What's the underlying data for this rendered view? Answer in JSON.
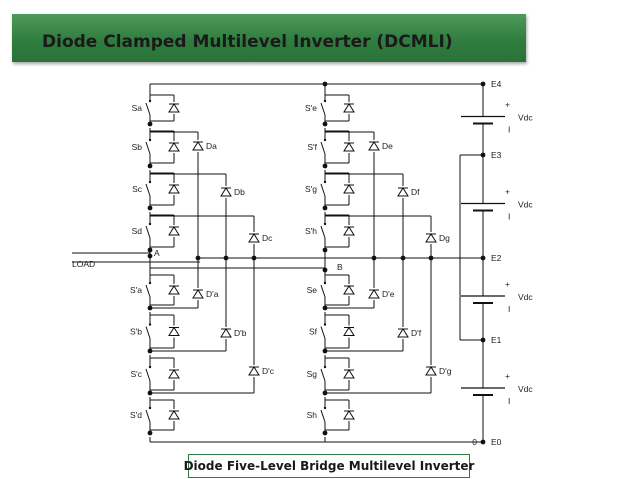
{
  "slide": {
    "title": "Diode Clamped Multilevel  Inverter (DCMLI)",
    "caption": "Diode Five-Level Bridge Multilevel Inverter"
  },
  "circuit": {
    "left_leg_upper": [
      "Sa",
      "Sb",
      "Sc",
      "Sd"
    ],
    "left_leg_lower": [
      "S'a",
      "S'b",
      "S'c",
      "S'd"
    ],
    "right_leg_upper": [
      "S'e",
      "S'f",
      "S'g",
      "S'h"
    ],
    "right_leg_lower": [
      "Se",
      "Sf",
      "Sg",
      "Sh"
    ],
    "left_clamp_upper": [
      "Da",
      "Db",
      "Dc"
    ],
    "left_clamp_lower": [
      "D'a",
      "D'b",
      "D'c"
    ],
    "right_clamp_upper": [
      "De",
      "Df",
      "Dg"
    ],
    "right_clamp_lower": [
      "D'e",
      "D'f",
      "D'g"
    ],
    "rails": [
      "E4",
      "E3",
      "E2",
      "E1",
      "E0"
    ],
    "source_label": "Vdc",
    "plus": "+",
    "minus": "I",
    "node_a": "A",
    "node_b": "B",
    "load": "LOAD",
    "ground": "0"
  },
  "colors": {
    "header": "#2f7d3f",
    "wire": "#111111",
    "accent_line": "#cfd8cf"
  }
}
